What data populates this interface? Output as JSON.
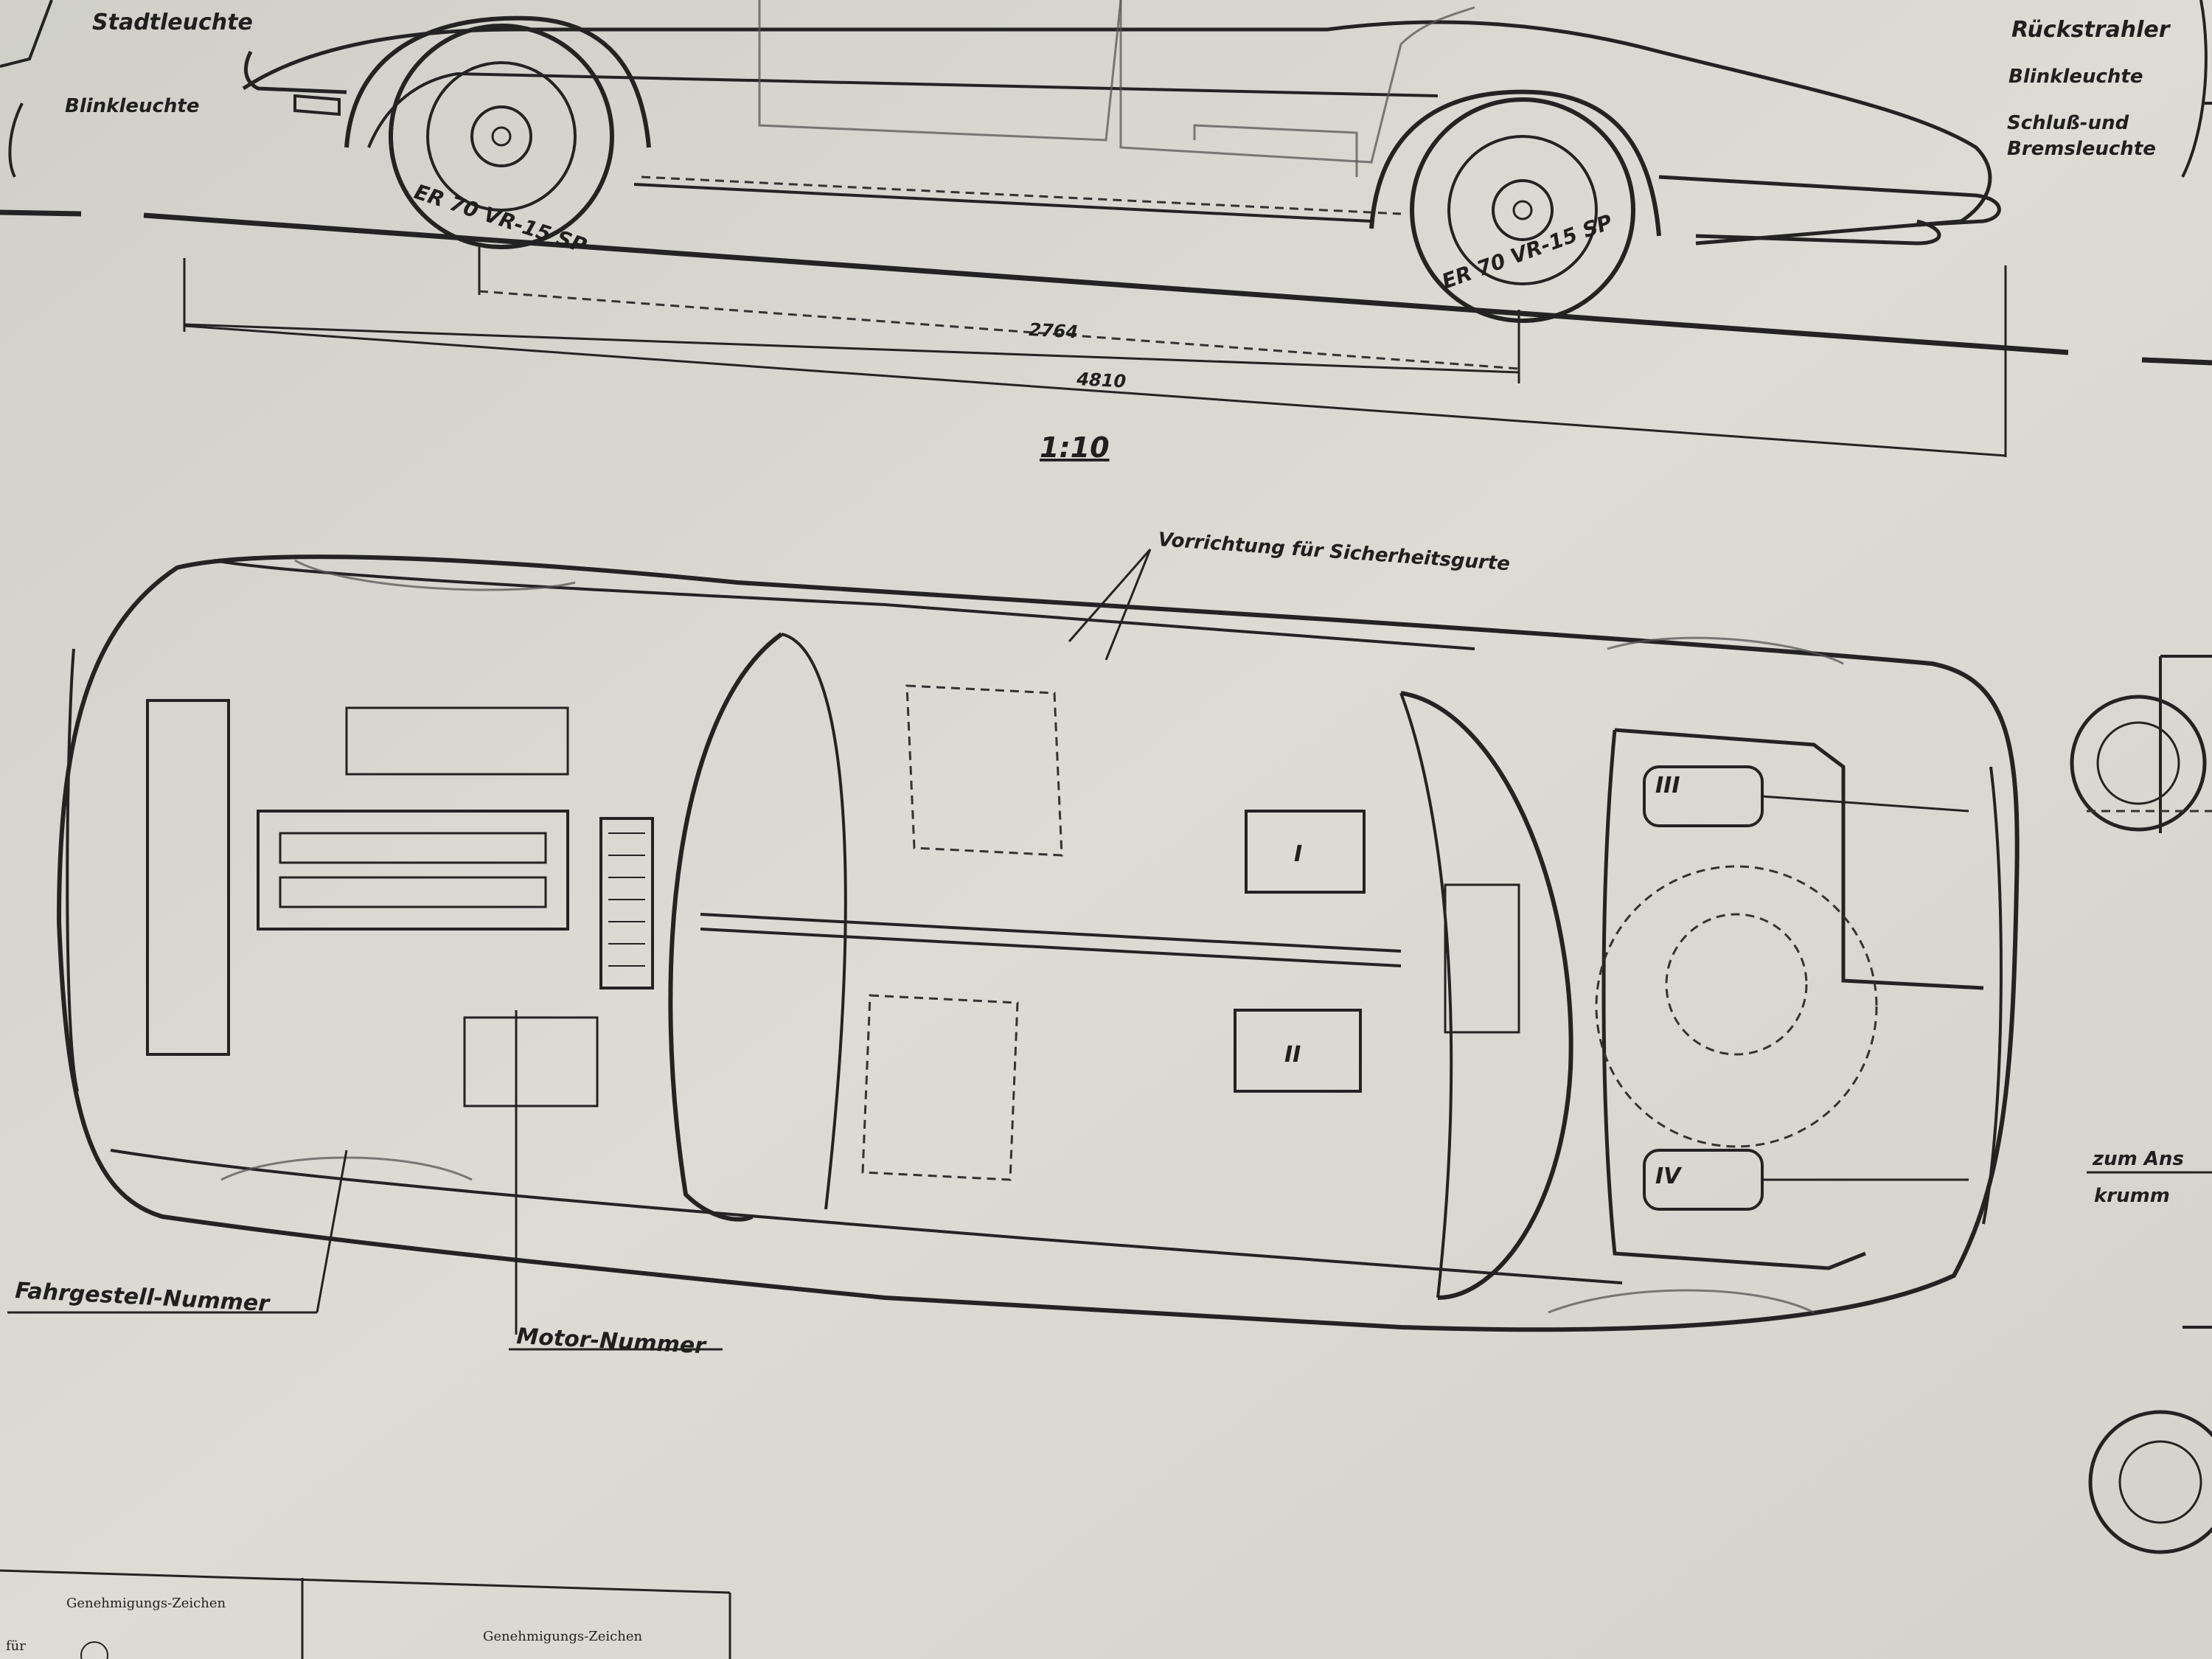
{
  "side_view_labels": {
    "stadtleuchte": "Stadtleuchte",
    "blinkleuchte_front": "Blinkleuchte",
    "rueckstrahler": "Rückstrahler",
    "blinkleuchte_rear": "Blinkleuchte",
    "schluss_line1": "Schluß-und",
    "schluss_line2": "Bremsleuchte"
  },
  "tires": {
    "front": "ER 70 VR-15 SP",
    "rear": "ER 70 VR-15 SP"
  },
  "dimensions": {
    "wheelbase": "2764",
    "overall_length": "4810"
  },
  "scale": "1:10",
  "top_view_labels": {
    "seatbelt": "Vorrichtung für Sicherheitsgurte",
    "chassis_number": "Fahrgestell-Nummer",
    "motor_number": "Motor-Nummer",
    "roman_1": "I",
    "roman_2": "II",
    "roman_3": "III",
    "roman_4": "IV"
  },
  "right_edge_labels": {
    "line1": "zum Ans",
    "line2": "krumm"
  },
  "approval_table": {
    "cell1": "Genehmigungs-Zeichen",
    "cell2": "Genehmigungs-Zeichen",
    "small": "für"
  },
  "colors": {
    "paper": "#d8d6d0",
    "ink": "#232323"
  }
}
